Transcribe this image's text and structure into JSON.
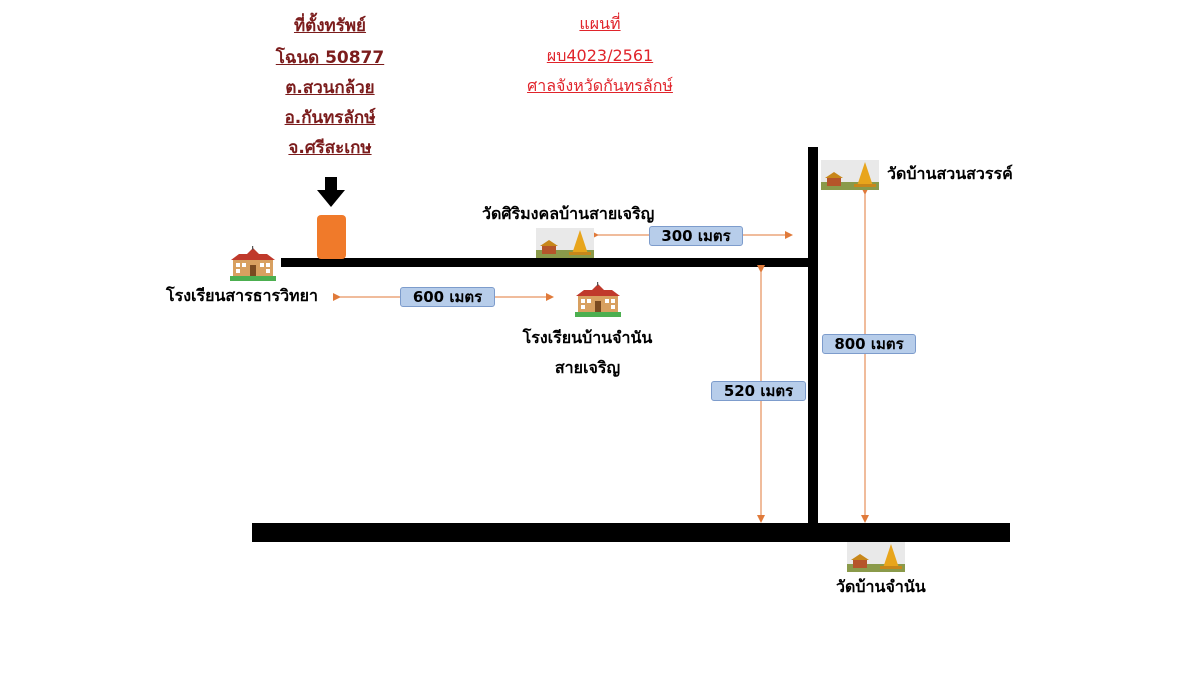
{
  "property": {
    "heading": "ที่ตั้งทรัพย์",
    "deed": "โฉนด 50877",
    "subdistrict": "ต.สวนกล้วย",
    "district": "อ.กันทรลักษ์",
    "province": "จ.ศรีสะเกษ"
  },
  "case": {
    "title": "แผนที่",
    "number": "ผบ4023/2561",
    "court": "ศาลจังหวัดกันทรลักษ์"
  },
  "places": {
    "temple_sirimongkol": "วัดศิริมงคลบ้านสายเจริญ",
    "temple_suan_sawan": "วัดบ้านสวนสวรรค์",
    "temple_jamnan": "วัดบ้านจำนัน",
    "school_sarathan": "โรงเรียนสารธารวิทยา",
    "school_jamnan_line1": "โรงเรียนบ้านจำนัน",
    "school_jamnan_line2": "สายเจริญ"
  },
  "distances": {
    "d300": "300 เมตร",
    "d600": "600 เมตร",
    "d800": "800 เมตร",
    "d520": "520 เมตร"
  },
  "colors": {
    "property_marker": "#f07a2a",
    "heading_text": "#7b1c1c",
    "case_text": "#e0242b",
    "distance_box": "#b7cdea",
    "arrow_line": "#e07a3a"
  },
  "icons": {
    "school": "school-building-icon",
    "temple": "temple-pagoda-icon",
    "pointer": "down-arrow-icon"
  }
}
